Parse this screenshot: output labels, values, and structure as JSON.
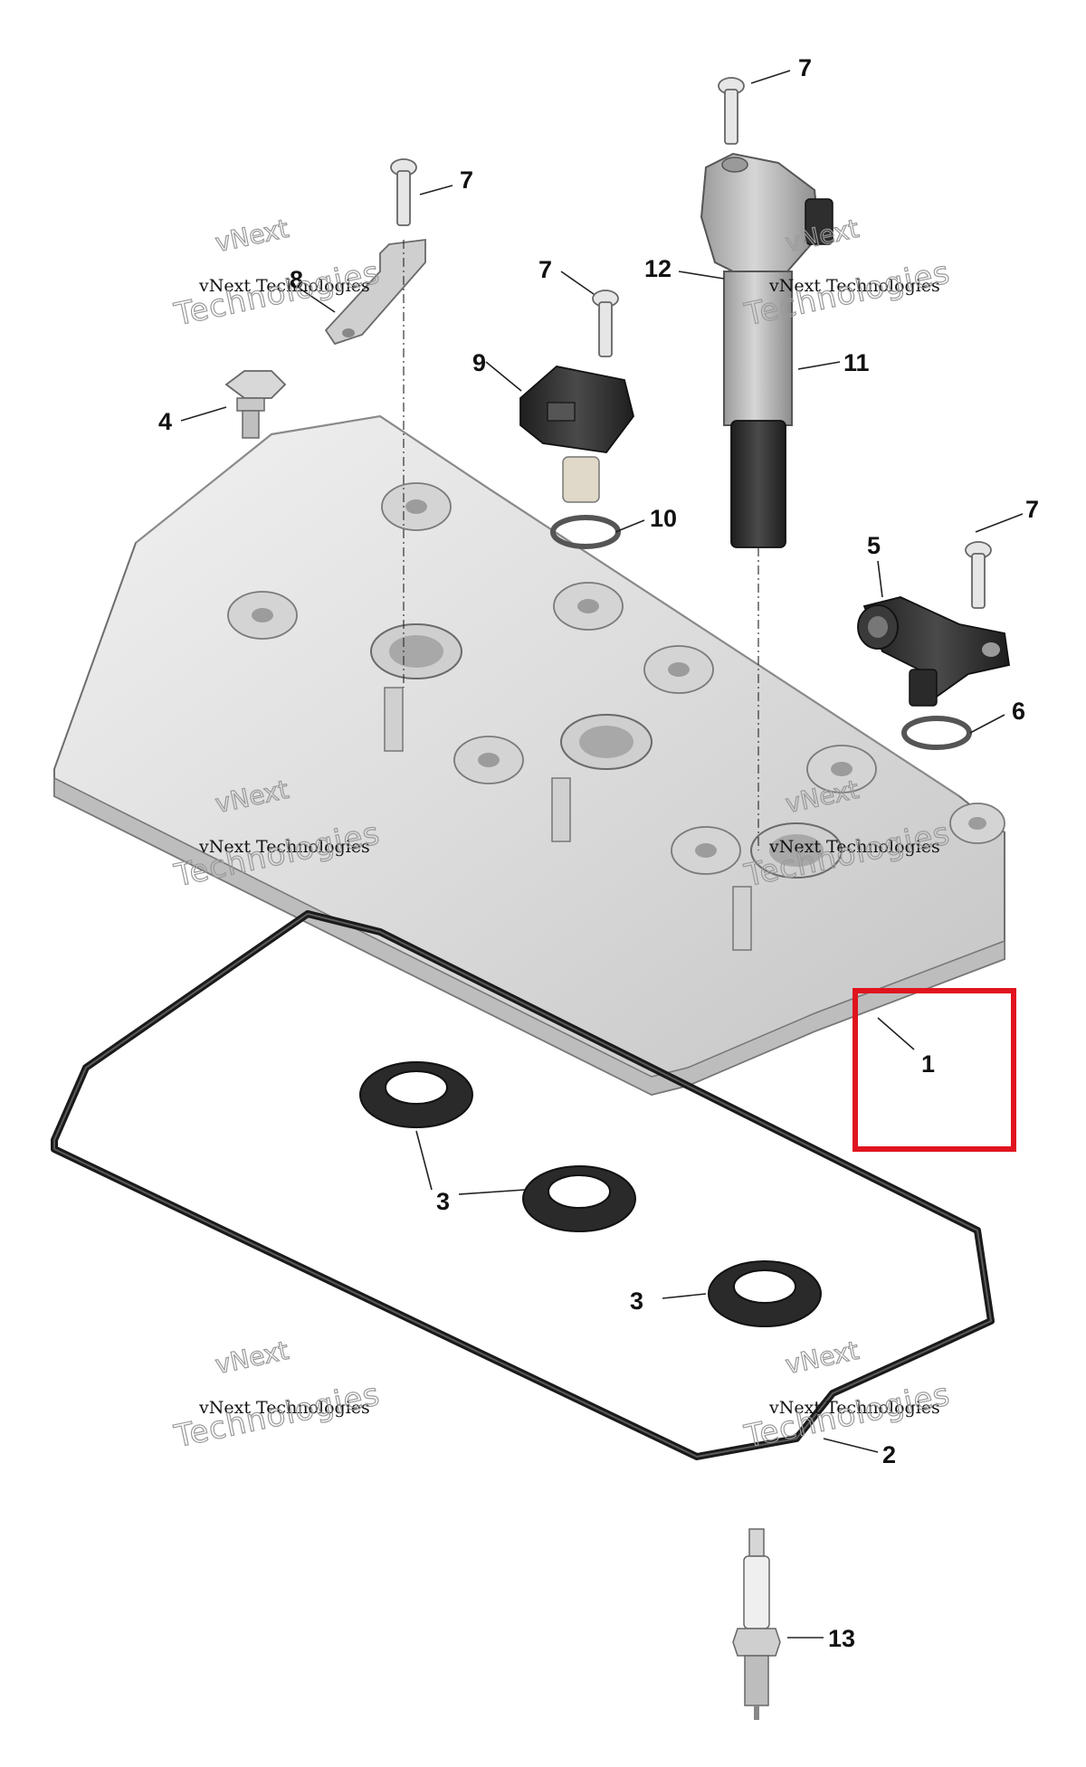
{
  "colors": {
    "highlight": "#e0141e",
    "part_metal": "#e2e2e2",
    "part_dark": "#2b2b2b",
    "gasket": "#1a1a1a"
  },
  "callouts": {
    "c1": "1",
    "c2": "2",
    "c3a": "3",
    "c3b": "3",
    "c4": "4",
    "c5": "5",
    "c6": "6",
    "c7a": "7",
    "c7b": "7",
    "c7c": "7",
    "c7d": "7",
    "c8": "8",
    "c9": "9",
    "c10": "10",
    "c11": "11",
    "c12": "12",
    "c13": "13"
  },
  "watermark": {
    "line_small": "vNext Technologies",
    "line_vnext": "vNext",
    "line_tech": "Technologies"
  },
  "icons": {
    "valve_cover": "valve-cover-icon",
    "gasket": "gasket-icon",
    "spark_plug": "spark-plug-icon",
    "ignition_coil": "ignition-coil-icon",
    "sensor": "sensor-icon",
    "screw": "screw-icon"
  }
}
